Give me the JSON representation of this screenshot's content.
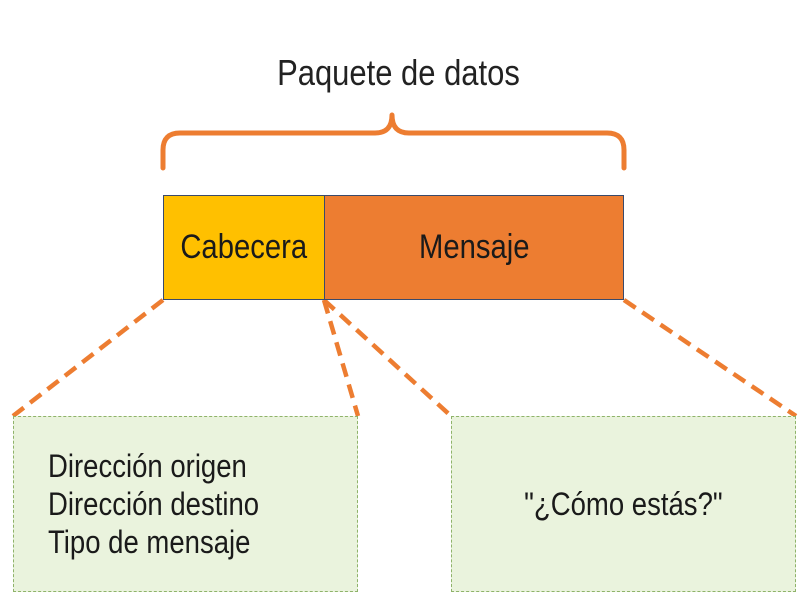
{
  "title": "Paquete de datos",
  "header_label": "Cabecera",
  "message_label": "Mensaje",
  "header_fields": [
    "Dirección origen",
    "Dirección destino",
    "Tipo de mensaje"
  ],
  "message_example": "\"¿Cómo estás?\"",
  "colors": {
    "bracket": "#ed7d31",
    "header_fill": "#ffc000",
    "message_fill": "#ed7d31",
    "detail_fill": "#eaf3dd",
    "detail_border": "#8fb36a",
    "connector": "#ed7d31"
  }
}
